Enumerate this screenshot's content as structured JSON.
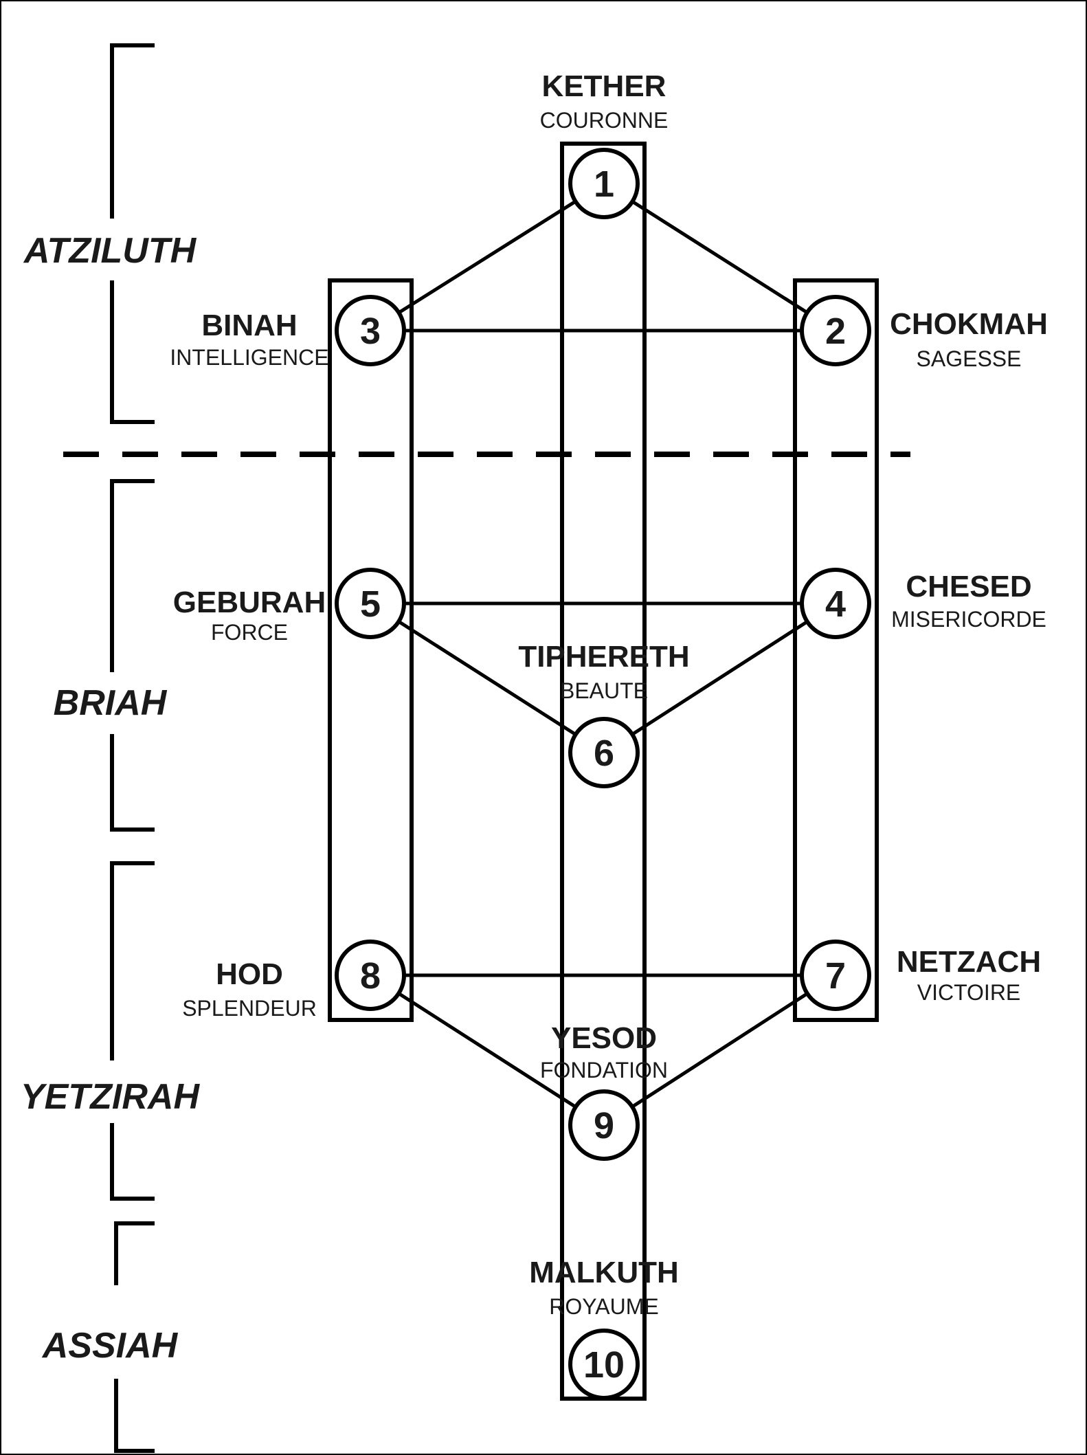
{
  "colors": {
    "ink": "#000000",
    "background": "#ffffff"
  },
  "worlds": [
    {
      "id": "atziluth",
      "label": "ATZILUTH"
    },
    {
      "id": "briah",
      "label": "BRIAH"
    },
    {
      "id": "yetzirah",
      "label": "YETZIRAH"
    },
    {
      "id": "assiah",
      "label": "ASSIAH"
    }
  ],
  "sephiroth": [
    {
      "id": "kether",
      "number": "1",
      "name": "KETHER",
      "translation": "COURONNE"
    },
    {
      "id": "chokmah",
      "number": "2",
      "name": "CHOKMAH",
      "translation": "SAGESSE"
    },
    {
      "id": "binah",
      "number": "3",
      "name": "BINAH",
      "translation": "INTELLIGENCE"
    },
    {
      "id": "chesed",
      "number": "4",
      "name": "CHESED",
      "translation": "MISERICORDE"
    },
    {
      "id": "geburah",
      "number": "5",
      "name": "GEBURAH",
      "translation": "FORCE"
    },
    {
      "id": "tiphereth",
      "number": "6",
      "name": "TIPHERETH",
      "translation": "BEAUTE"
    },
    {
      "id": "netzach",
      "number": "7",
      "name": "NETZACH",
      "translation": "VICTOIRE"
    },
    {
      "id": "hod",
      "number": "8",
      "name": "HOD",
      "translation": "SPLENDEUR"
    },
    {
      "id": "yesod",
      "number": "9",
      "name": "YESOD",
      "translation": "FONDATION"
    },
    {
      "id": "malkuth",
      "number": "10",
      "name": "MALKUTH",
      "translation": "ROYAUME"
    }
  ],
  "paths": [
    [
      "kether",
      "chokmah"
    ],
    [
      "kether",
      "binah"
    ],
    [
      "binah",
      "chokmah"
    ],
    [
      "geburah",
      "chesed"
    ],
    [
      "geburah",
      "tiphereth"
    ],
    [
      "chesed",
      "tiphereth"
    ],
    [
      "hod",
      "netzach"
    ],
    [
      "hod",
      "yesod"
    ],
    [
      "netzach",
      "yesod"
    ]
  ]
}
